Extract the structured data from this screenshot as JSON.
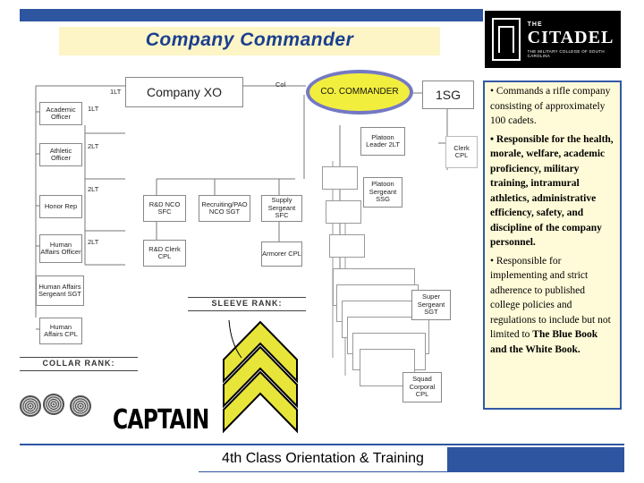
{
  "title": "Company Commander",
  "logo": {
    "the": "THE",
    "name": "CITADEL",
    "subtitle": "THE MILITARY COLLEGE OF SOUTH CAROLINA"
  },
  "colors": {
    "title_blue": "#1a3f8f",
    "bar_blue": "#2d55a0",
    "co_yellow": "#f2ee3e",
    "co_border": "#7478c4",
    "chevron_yellow": "#e8e53a"
  },
  "org": {
    "co": "CO. COMMANDER",
    "xo": "Company XO",
    "xo_rank": "1LT",
    "col": "Col",
    "first_sgt": "1SG",
    "platoon_leader": "Platoon Leader 2LT",
    "clerk": "Clerk CPL",
    "academic": "Academic Officer",
    "academic_rank": "1LT",
    "athletic": "Athletic Officer",
    "athletic_rank": "2LT",
    "honor_rank": "2LT",
    "honor": "Honor Rep",
    "human_affairs_rank": "2LT",
    "human_affairs": "Human Affairs Officer",
    "ha_sgt": "Human Affairs Sergeant SGT",
    "ha_cpl": "Human Affairs CPL",
    "rd_nco": "R&D NCO SFC",
    "recruiting": "Recruiting/PAO NCO SGT",
    "supply": "Supply Sergeant SFC",
    "platoon_sgt": "Platoon Sergeant SSG",
    "rd_clerk": "R&D Clerk CPL",
    "armorer": "Armorer CPL",
    "super_sgt": "Super Sergeant SGT",
    "squad_cpl": "Squad Corporal CPL"
  },
  "sleeve_rank_label": "SLEEVE RANK:",
  "collar_rank_label": "COLLAR RANK:",
  "rank_name": "CAPTAIN",
  "bullets": [
    {
      "text": "• Commands a rifle company consisting of approximately 100 cadets."
    },
    {
      "text": "• Responsible for the health, morale, welfare, academic proficiency, military training, intramural athletics, administrative efficiency, safety, and discipline of the company personnel."
    },
    {
      "text_before": "• Responsible for implementing and strict adherence to published college policies and regulations to include but not limited to ",
      "bold1": "The Blue Book",
      "middle": " and ",
      "bold2": "the White Book",
      "after": "."
    }
  ],
  "footer": "4th Class Orientation & Training"
}
